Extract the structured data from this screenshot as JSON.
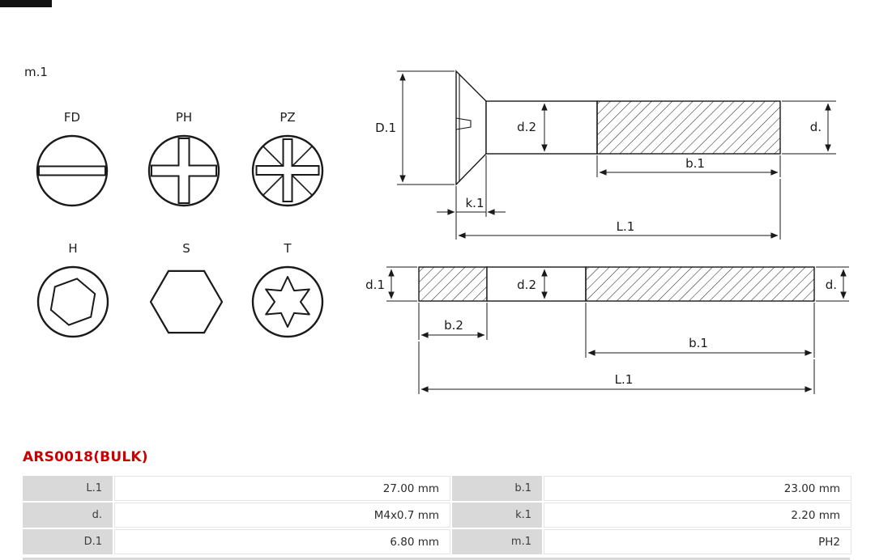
{
  "m1_label": "m.1",
  "part_number": "ARS0018(BULK)",
  "drive_icons": [
    {
      "label": "FD"
    },
    {
      "label": "PH"
    },
    {
      "label": "PZ"
    },
    {
      "label": "H"
    },
    {
      "label": "S"
    },
    {
      "label": "T"
    }
  ],
  "diagram": {
    "top_screw": {
      "D1": "D.1",
      "d2": "d.2",
      "d": "d.",
      "b1": "b.1",
      "k1": "k.1",
      "L1": "L.1"
    },
    "bottom_stud": {
      "d1": "d.1",
      "d2": "d.2",
      "d": "d.",
      "b2": "b.2",
      "b1": "b.1",
      "L1": "L.1"
    }
  },
  "spec_table": {
    "rows": [
      {
        "c0": "L.1",
        "c1": "27.00 mm",
        "c2": "b.1",
        "c3": "23.00 mm"
      },
      {
        "c0": "d.",
        "c1": "M4x0.7 mm",
        "c2": "k.1",
        "c3": "2.20 mm"
      },
      {
        "c0": "D.1",
        "c1": "6.80 mm",
        "c2": "m.1",
        "c3": "PH2"
      }
    ]
  },
  "colors": {
    "accent_red": "#cc0000",
    "table_label_bg": "#d9d9d9",
    "line_color": "#1a1a1a"
  }
}
